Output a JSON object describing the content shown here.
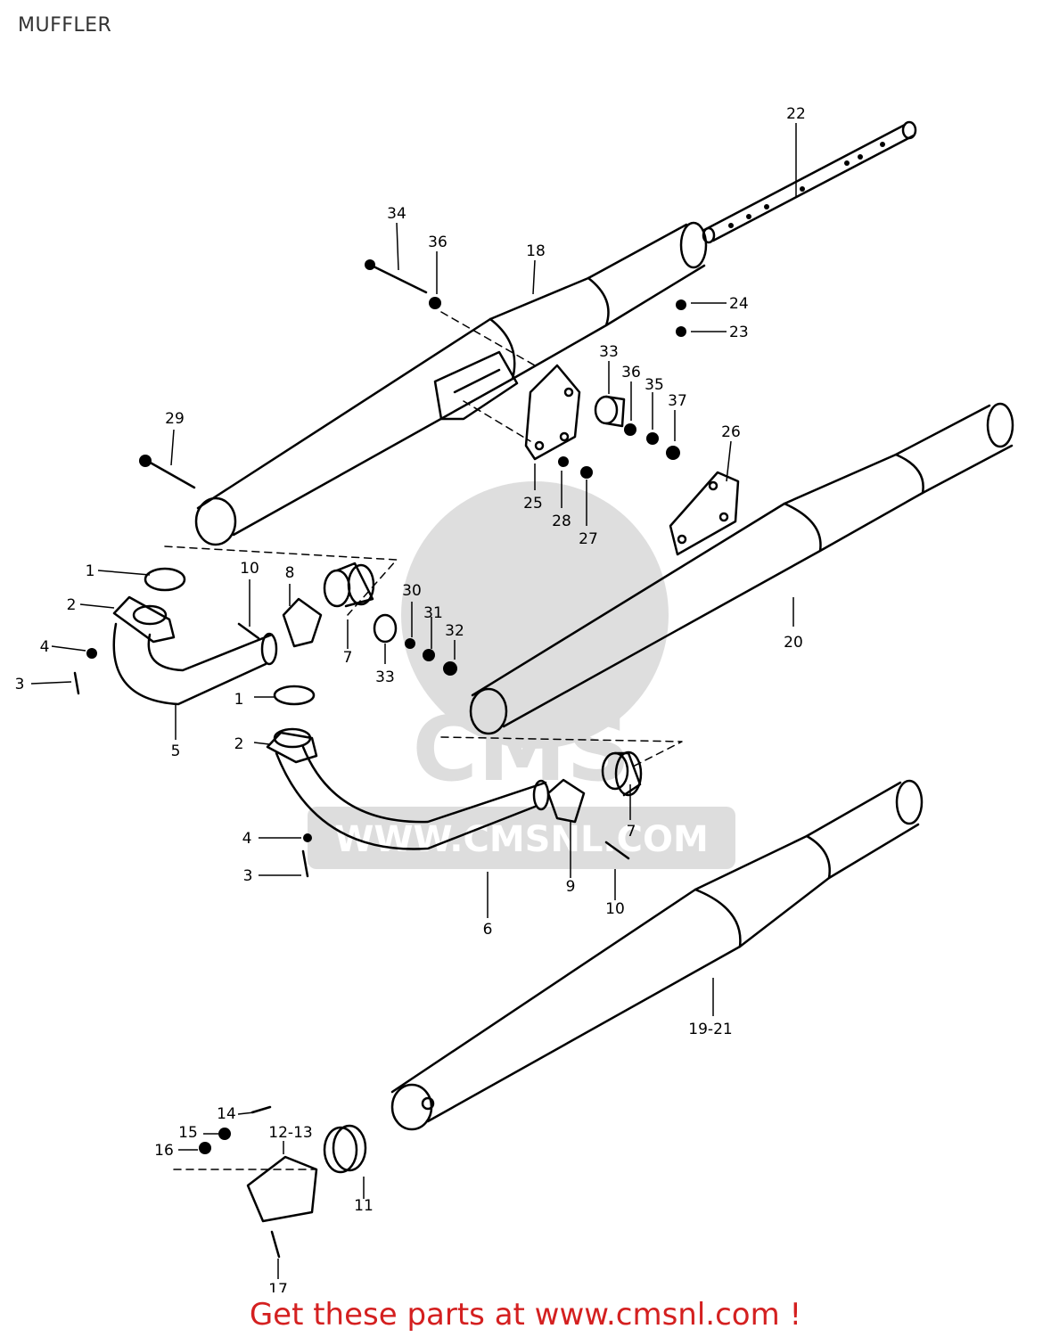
{
  "page": {
    "title": "MUFFLER",
    "footer_link": "Get these parts at www.cmsnl.com !"
  },
  "watermark": {
    "logo": "CMS",
    "site": "WWW.CMSNL.COM"
  },
  "colors": {
    "footer_text": "#d42020",
    "title_text": "#333333",
    "line_art": "#000000"
  },
  "callouts": {
    "c1a": "1",
    "c1b": "1",
    "c2a": "2",
    "c2b": "2",
    "c3a": "3",
    "c3b": "3",
    "c4a": "4",
    "c4b": "4",
    "c5": "5",
    "c6": "6",
    "c7a": "7",
    "c7b": "7",
    "c8": "8",
    "c9": "9",
    "c10a": "10",
    "c10b": "10",
    "c11": "11",
    "c12_13": "12-13",
    "c14": "14",
    "c15": "15",
    "c16": "16",
    "c17": "17",
    "c18": "18",
    "c19_21": "19-21",
    "c20": "20",
    "c22": "22",
    "c23": "23",
    "c24": "24",
    "c25": "25",
    "c26": "26",
    "c27": "27",
    "c28": "28",
    "c29": "29",
    "c30": "30",
    "c31": "31",
    "c32": "32",
    "c33a": "33",
    "c33b": "33",
    "c34": "34",
    "c35": "35",
    "c36a": "36",
    "c36b": "36",
    "c37": "37"
  }
}
